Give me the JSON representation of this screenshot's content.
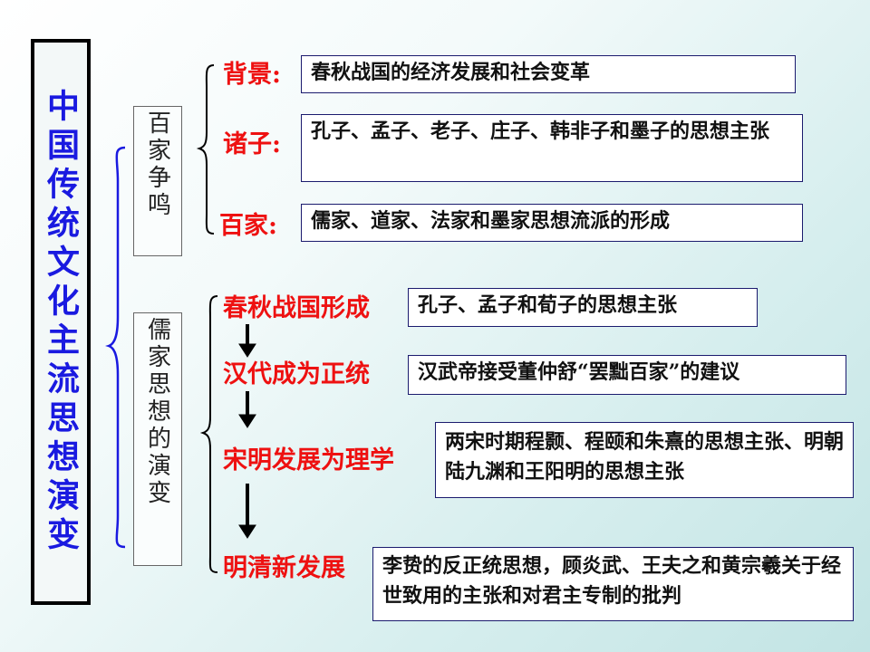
{
  "main_title": "中国传统文化主流思想演变",
  "section_1": {
    "title": "百家争鸣",
    "items": [
      {
        "label": "背景:",
        "desc": "春秋战国的经济发展和社会变革"
      },
      {
        "label": "诸子:",
        "desc": "孔子、孟子、老子、庄子、韩非子和墨子的思想主张"
      },
      {
        "label": "百家:",
        "desc": "儒家、道家、法家和墨家思想流派的形成"
      }
    ]
  },
  "section_2": {
    "title": "儒家思想的演变",
    "items": [
      {
        "label": "春秋战国形成",
        "desc": "孔子、孟子和荀子的思想主张"
      },
      {
        "label": "汉代成为正统",
        "desc": "汉武帝接受董仲舒“罢黜百家”的建议"
      },
      {
        "label": "宋明发展为理学",
        "desc": "两宋时期程颢、程颐和朱熹的思想主张、明朝陆九渊和王阳明的思想主张"
      },
      {
        "label": "明清新发展",
        "desc": "李贽的反正统思想，顾炎武、王夫之和黄宗羲关于经世致用的主张和对君主专制的批判"
      }
    ]
  },
  "colors": {
    "title": "#1a1ae0",
    "label": "#ee1111",
    "brace": "#1a1ae0",
    "arrow": "#000000"
  }
}
